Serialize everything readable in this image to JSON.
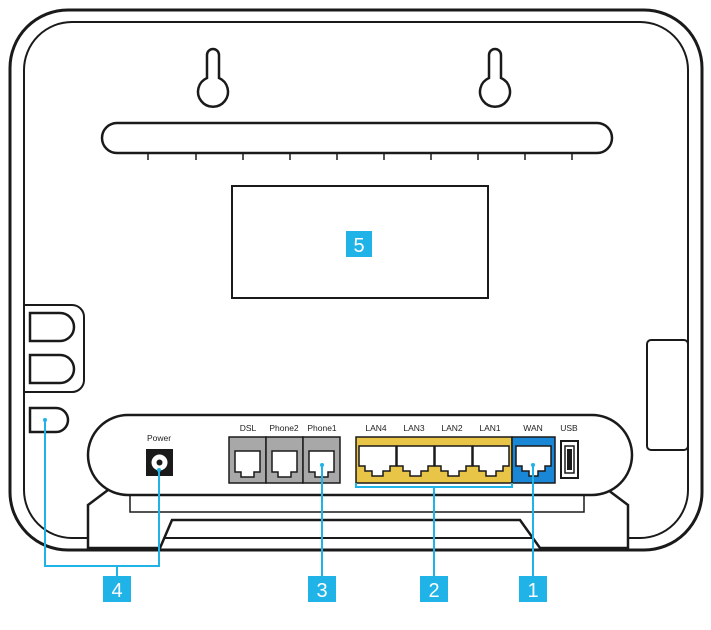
{
  "ports": {
    "power": "Power",
    "dsl": "DSL",
    "phone2": "Phone2",
    "phone1": "Phone1",
    "lan4": "LAN4",
    "lan3": "LAN3",
    "lan2": "LAN2",
    "lan1": "LAN1",
    "wan": "WAN",
    "usb": "USB"
  },
  "callouts": {
    "c1": "1",
    "c2": "2",
    "c3": "3",
    "c4": "4",
    "c5": "5"
  },
  "colors": {
    "callout": "#1fb3e8",
    "lan_block": "#e8c546",
    "wan_block": "#1a86d6",
    "phone_block": "#a8a8a8",
    "outline": "#1a1a1a"
  }
}
